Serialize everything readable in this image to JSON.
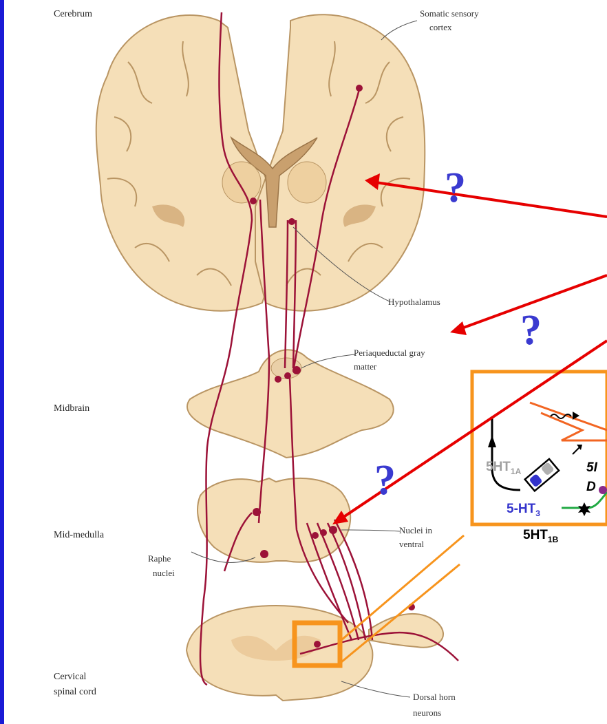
{
  "regions": {
    "cerebrum": "Cerebrum",
    "midbrain": "Midbrain",
    "mid_medulla": "Mid-medulla",
    "cervical_1": "Cervical",
    "cervical_2": "spinal cord"
  },
  "labels": {
    "somatic_1": "Somatic sensory",
    "somatic_2": "cortex",
    "hypothalamus": "Hypothalamus",
    "pag_1": "Periaqueductal gray",
    "pag_2": "matter",
    "nuclei_1": "Nuclei in",
    "nuclei_2": "ventral",
    "raphe_1": "Raphe",
    "raphe_2": "nuclei",
    "dorsal_1": "Dorsal horn",
    "dorsal_2": "neurons"
  },
  "question_mark": "?",
  "inset": {
    "r1a_main": "5HT",
    "r1a_sub": "1A",
    "r3_main": "5-HT",
    "r3_sub": "3",
    "r1b_main": "5HT",
    "r1b_sub": "1B",
    "cut_top": "5I",
    "cut_bottom": "D"
  },
  "colors": {
    "frame_blue": "#1a1ad6",
    "tissue": "#f5dfb8",
    "tissue_dark": "#b99563",
    "pathway": "#9c1238",
    "arrow_red": "#e60000",
    "box_orange": "#f7941d",
    "question_blue": "#3a3ad0",
    "r3_blue": "#3333cc",
    "r1a_gray": "#a0a0a0"
  }
}
